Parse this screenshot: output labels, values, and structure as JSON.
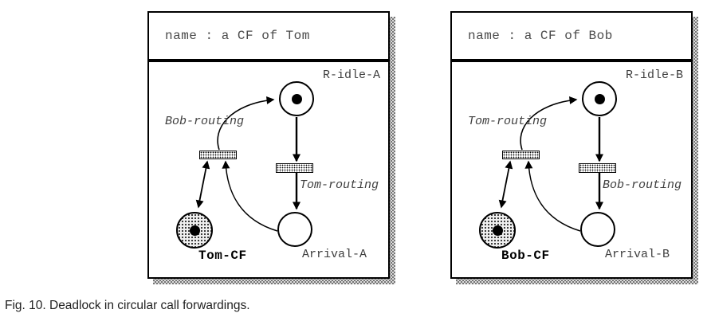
{
  "caption": "Fig. 10. Deadlock in circular call forwardings.",
  "panels": [
    {
      "title": "name : a CF of Tom",
      "top_place_label": "R-idle-A",
      "left_transition_label": "Bob-routing",
      "right_transition_label": "Tom-routing",
      "cf_place_label": "Tom-CF",
      "arrival_place_label": "Arrival-A"
    },
    {
      "title": "name : a CF of Bob",
      "top_place_label": "R-idle-B",
      "left_transition_label": "Tom-routing",
      "right_transition_label": "Bob-routing",
      "cf_place_label": "Bob-CF",
      "arrival_place_label": "Arrival-B"
    }
  ],
  "colors": {
    "ink": "#000000",
    "label_gray": "#3f3f3f",
    "shadow_dark": "#767676",
    "shadow_light": "#dcdcdc"
  }
}
